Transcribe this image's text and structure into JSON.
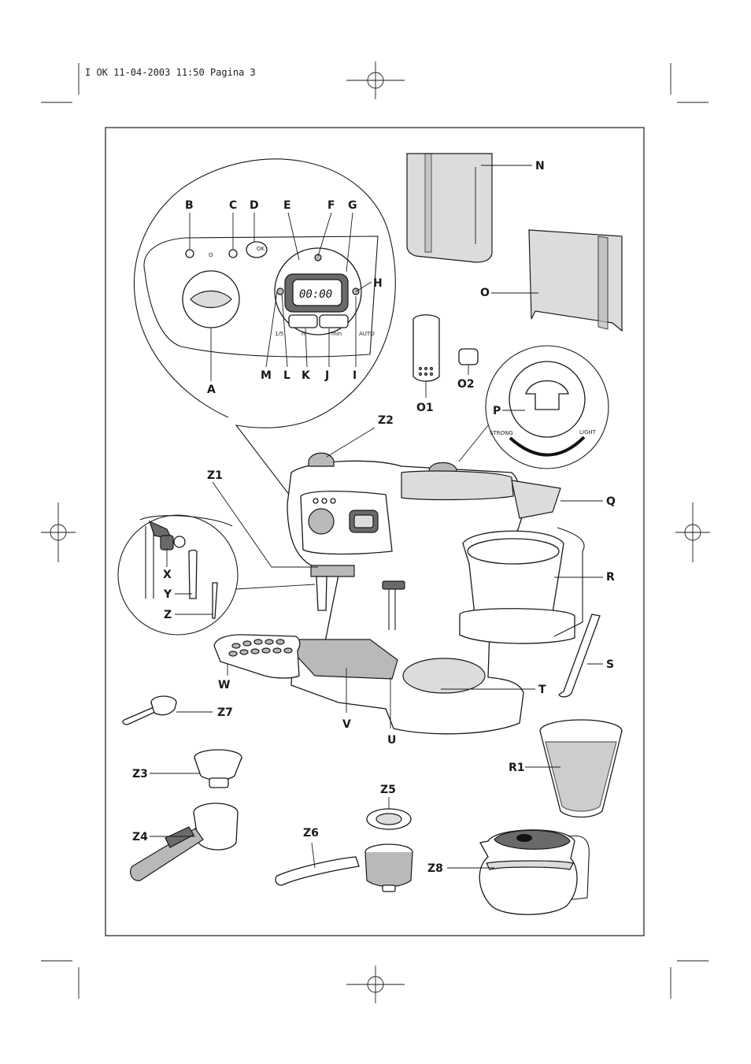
{
  "header": {
    "text": "I OK  11-04-2003  11:50  Pagina 3"
  },
  "control_panel": {
    "display_time": "00:00",
    "labels": {
      "k": "h",
      "j": "min",
      "i": "AUTO",
      "m": "1/5",
      "ok": "OK"
    }
  },
  "dial": {
    "left_label": "STRONG",
    "right_label": "LIGHT"
  },
  "labels": {
    "A": "A",
    "B": "B",
    "C": "C",
    "D": "D",
    "E": "E",
    "F": "F",
    "G": "G",
    "H": "H",
    "I": "I",
    "J": "J",
    "K": "K",
    "L": "L",
    "M": "M",
    "N": "N",
    "O": "O",
    "O1": "O1",
    "O2": "O2",
    "P": "P",
    "Q": "Q",
    "R": "R",
    "R1": "R1",
    "S": "S",
    "T": "T",
    "U": "U",
    "V": "V",
    "W": "W",
    "X": "X",
    "Y": "Y",
    "Z": "Z",
    "Z1": "Z1",
    "Z2": "Z2",
    "Z3": "Z3",
    "Z4": "Z4",
    "Z5": "Z5",
    "Z6": "Z6",
    "Z7": "Z7",
    "Z8": "Z8"
  },
  "colors": {
    "line": "#1a1a1a",
    "fill_grey": "#b9b9b9",
    "fill_dark": "#6a6a6a"
  }
}
